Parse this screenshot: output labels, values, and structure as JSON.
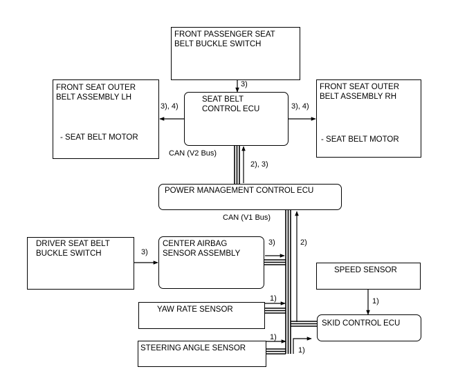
{
  "components": {
    "front_passenger_buckle": {
      "line1": "FRONT PASSENGER SEAT",
      "line2": "BELT BUCKLE SWITCH"
    },
    "seat_belt_ecu": {
      "line1": "SEAT BELT",
      "line2": "CONTROL ECU"
    },
    "outer_lh": {
      "line1": "FRONT SEAT OUTER",
      "line2": "BELT ASSEMBLY LH",
      "sub": "- SEAT BELT MOTOR"
    },
    "outer_rh": {
      "line1": "FRONT SEAT OUTER",
      "line2": "BELT ASSEMBLY RH",
      "sub": "- SEAT BELT MOTOR"
    },
    "power_mgmt_ecu": {
      "label": "POWER MANAGEMENT CONTROL ECU"
    },
    "driver_buckle": {
      "line1": "DRIVER SEAT BELT",
      "line2": "BUCKLE SWITCH"
    },
    "airbag_sensor": {
      "line1": "CENTER AIRBAG",
      "line2": "SENSOR ASSEMBLY"
    },
    "speed_sensor": {
      "label": "SPEED SENSOR"
    },
    "yaw_rate_sensor": {
      "label": "YAW RATE SENSOR"
    },
    "skid_control_ecu": {
      "label": "SKID CONTROL ECU"
    },
    "steering_angle_sensor": {
      "label": "STEERING ANGLE SENSOR"
    }
  },
  "buses": {
    "v2": "CAN (V2 Bus)",
    "v1": "CAN (V1 Bus)"
  },
  "signals": {
    "passenger_to_ecu": "3)",
    "ecu_to_lh": "3), 4)",
    "ecu_to_rh": "3), 4)",
    "pm_to_ecu": "2), 3)",
    "skid_to_pm": "2)",
    "driver_to_airbag": "3)",
    "airbag_to_bus": "3)",
    "speed_to_skid": "1)",
    "yaw_to_bus": "1)",
    "steering_to_bus": "1)",
    "steering_to_skid": "1)"
  }
}
